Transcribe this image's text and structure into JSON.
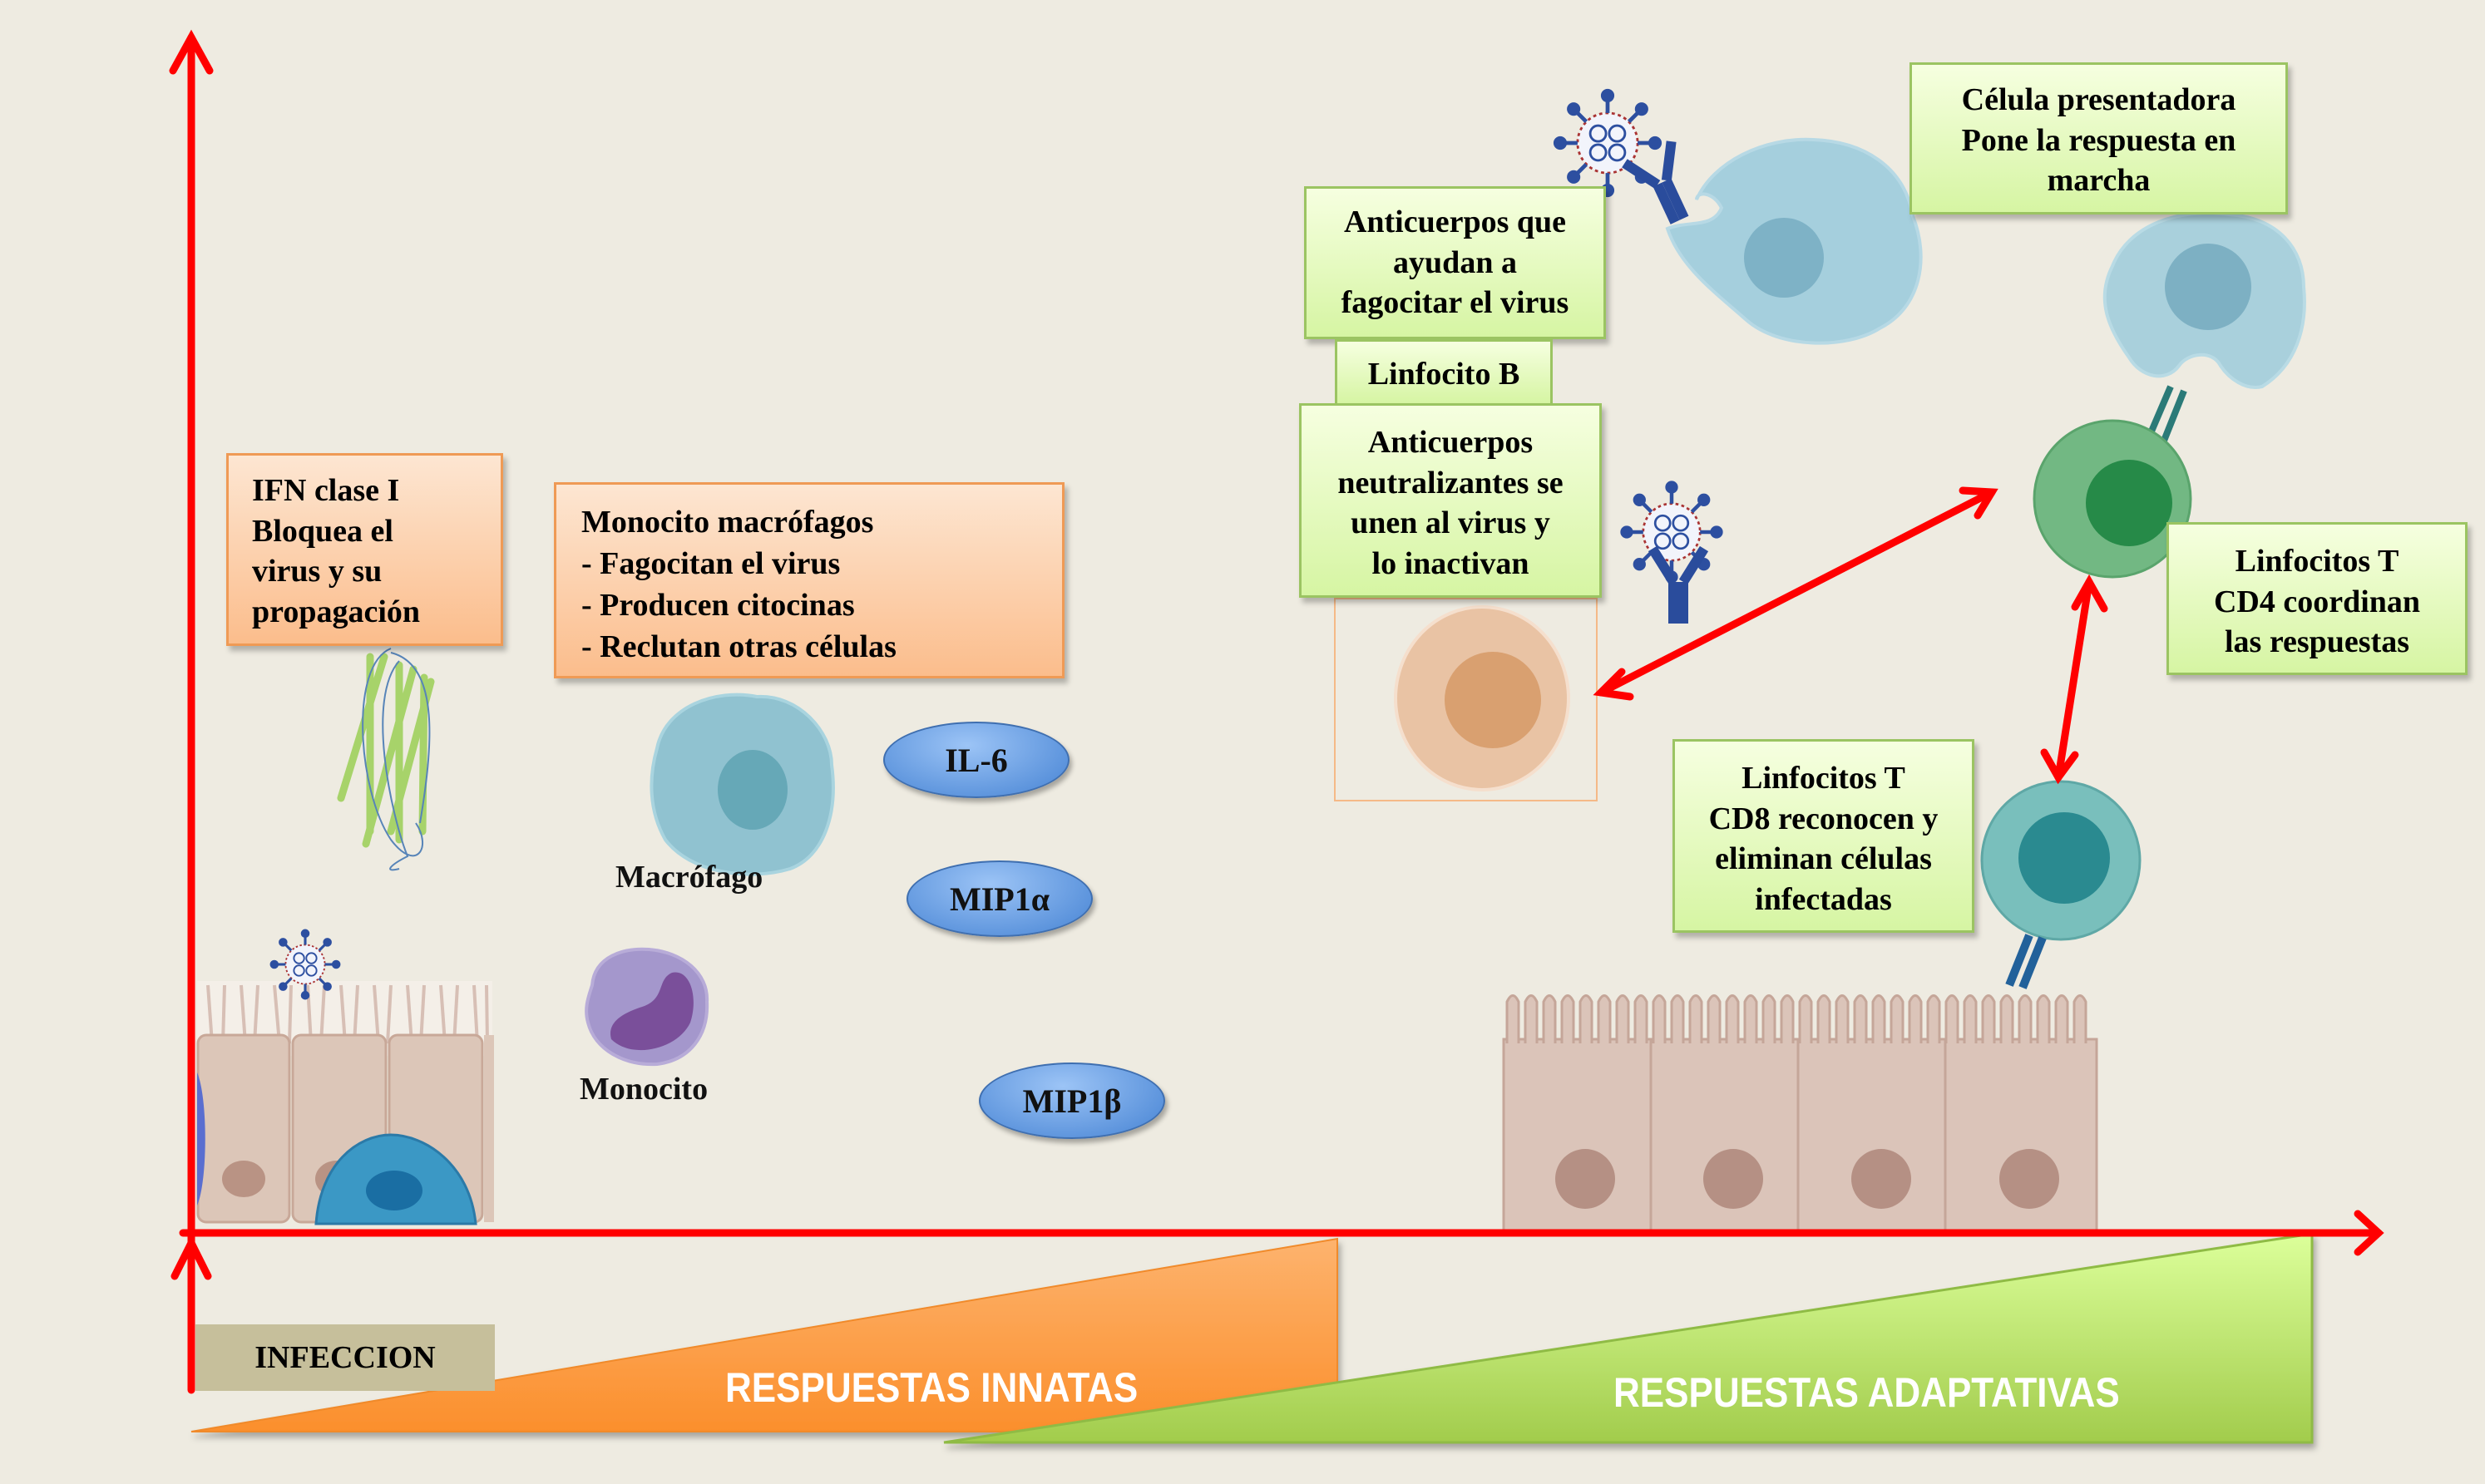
{
  "axes": {
    "y_axis": "vertical red arrow",
    "x_axis": "horizontal red arrow (time)"
  },
  "labels": {
    "infeccion": "INFECCION",
    "innate_response": "RESPUESTAS  INNATAS",
    "adaptive_response": "RESPUESTAS ADAPTATIVAS",
    "macrofago": "Macrófago",
    "monocito": "Monocito"
  },
  "boxes": {
    "ifn": [
      "IFN clase I",
      "Bloquea el",
      "virus y su",
      "propagación"
    ],
    "monocito_macrofagos": [
      "Monocito macrófagos",
      "- Fagocitan el virus",
      "- Producen citocinas",
      "- Reclutan otras células"
    ],
    "anticuerpos_fagocitar": [
      "Anticuerpos que",
      "ayudan a",
      "fagocitar el virus"
    ],
    "linfocito_b": [
      "Linfocito B"
    ],
    "anticuerpos_neutralizantes": [
      "Anticuerpos",
      "neutralizantes se",
      "unen al virus y",
      "lo inactivan"
    ],
    "celula_presentadora": [
      "Célula presentadora",
      "Pone la respuesta en",
      "marcha"
    ],
    "cd4": [
      "Linfocitos T",
      "CD4 coordinan",
      "las respuestas"
    ],
    "cd8": [
      "Linfocitos T",
      "CD8 reconocen y",
      "eliminan células",
      "infectadas"
    ]
  },
  "cytokines": [
    "IL-6",
    "MIP1α",
    "MIP1β"
  ],
  "colors": {
    "axis": "#ff0000",
    "innate": "#fb9a3c",
    "adaptive": "#b4dc6a",
    "background": "#eeebe1"
  }
}
